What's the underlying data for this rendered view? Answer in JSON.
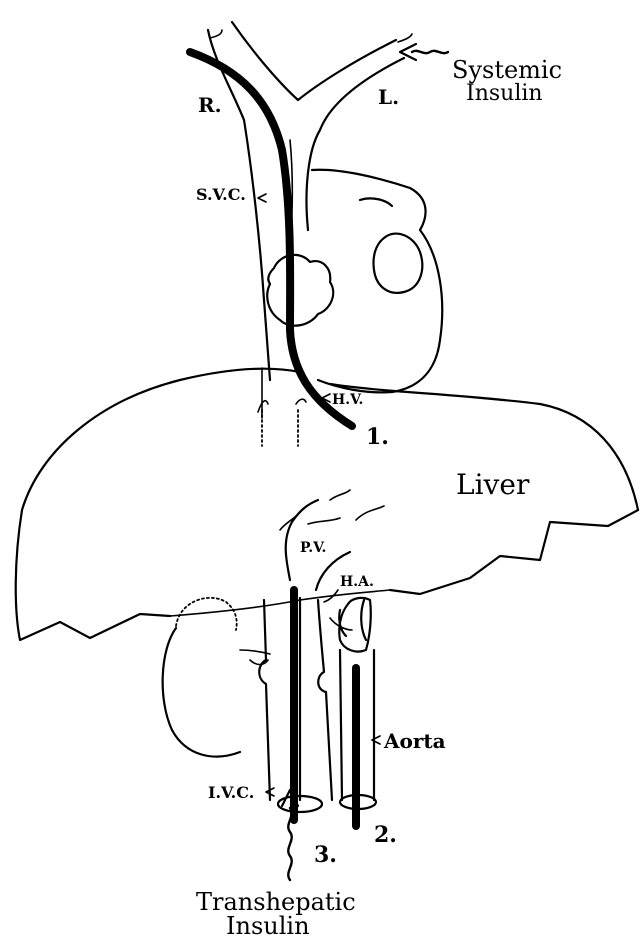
{
  "labels": {
    "right": "R.",
    "left": "L.",
    "systemic": "Systemic",
    "systemic_insulin": "Insulin",
    "svc": "S.V.C.",
    "hv": "H.V.",
    "site1": "1.",
    "liver": "Liver",
    "pv": "P.V.",
    "ha": "H.A.",
    "aorta": "Aorta",
    "ivc": "I.V.C.",
    "site2": "2.",
    "site3": "3.",
    "transhepatic": "Transhepatic",
    "transhepatic_insulin": "Insulin"
  }
}
